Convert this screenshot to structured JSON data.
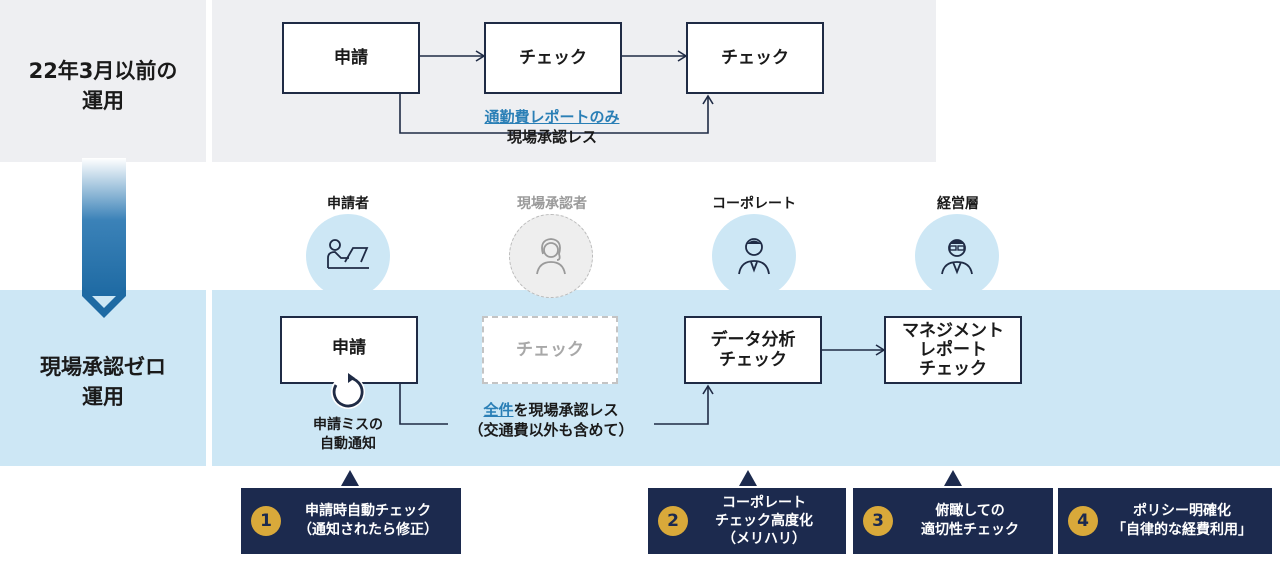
{
  "rows": {
    "before": {
      "label_line1": "22年3月以前の",
      "label_line2": "運用"
    },
    "after": {
      "label_line1": "現場承認ゼロ",
      "label_line2": "運用"
    }
  },
  "top_flow": {
    "box1": "申請",
    "box2": "チェック",
    "box3": "チェック",
    "bypass_link": "通勤費レポートのみ",
    "bypass_text": "現場承認レス"
  },
  "roles": [
    {
      "label": "申請者",
      "icon": "person-laptop-icon"
    },
    {
      "label": "現場承認者",
      "icon": "woman-icon"
    },
    {
      "label": "コーポレート",
      "icon": "businessman-icon"
    },
    {
      "label": "経営層",
      "icon": "executive-glasses-icon"
    }
  ],
  "bottom_flow": {
    "box1": "申請",
    "box2": "チェック",
    "box3_line1": "データ分析",
    "box3_line2": "チェック",
    "box4_line1": "マネジメント",
    "box4_line2": "レポート",
    "box4_line3": "チェック",
    "auto_notice_line1": "申請ミスの",
    "auto_notice_line2": "自動通知",
    "bypass_link": "全件",
    "bypass_text1": "を現場承認レス",
    "bypass_text2": "（交通費以外も含めて）"
  },
  "badges": [
    {
      "num": "1",
      "line1": "申請時自動チェック",
      "line2": "（通知されたら修正）"
    },
    {
      "num": "2",
      "line1": "コーポレート",
      "line2": "チェック高度化",
      "line3": "（メリハリ）"
    },
    {
      "num": "3",
      "line1": "俯瞰しての",
      "line2": "適切性チェック"
    },
    {
      "num": "4",
      "line1": "ポリシー明確化",
      "line2": "「自律的な経費利用」"
    }
  ],
  "colors": {
    "navy": "#1c2a4e",
    "gold": "#d9a93a",
    "light_blue": "#cde7f5",
    "light_gray": "#eeeff2",
    "link_blue": "#2a7fb6"
  }
}
